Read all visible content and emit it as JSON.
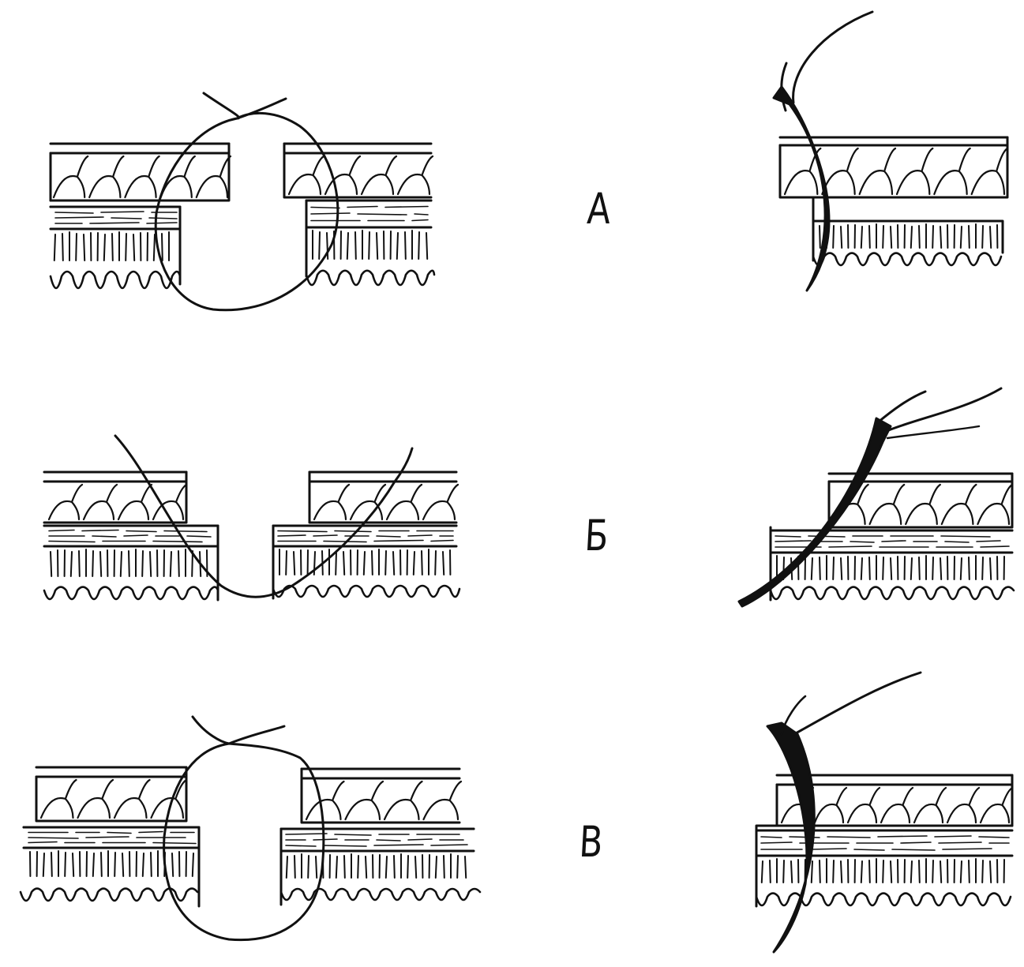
{
  "figure": {
    "rows": [
      {
        "label": "А"
      },
      {
        "label": "Б"
      },
      {
        "label": "В"
      }
    ]
  },
  "colors": {
    "ink": "#111111",
    "background": "#ffffff"
  }
}
